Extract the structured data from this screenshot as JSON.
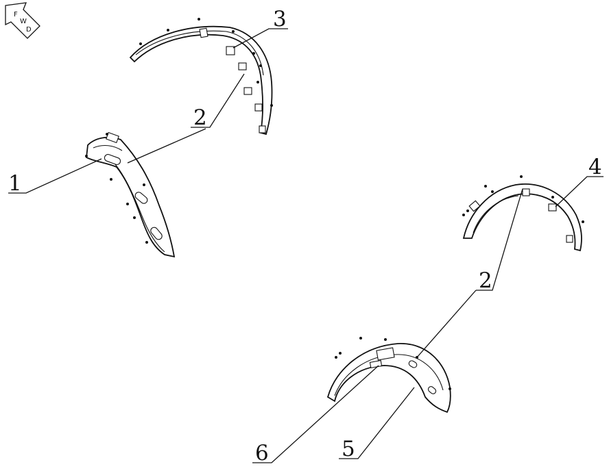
{
  "fwd_indicator": {
    "letters": [
      "F",
      "W",
      "D"
    ]
  },
  "callouts": [
    {
      "id": "label-1",
      "text": "1"
    },
    {
      "id": "label-2-upper",
      "text": "2"
    },
    {
      "id": "label-3",
      "text": "3"
    },
    {
      "id": "label-4",
      "text": "4"
    },
    {
      "id": "label-2-lower",
      "text": "2"
    },
    {
      "id": "label-5",
      "text": "5"
    },
    {
      "id": "label-6",
      "text": "6"
    }
  ],
  "colors": {
    "line": "#111111",
    "background": "#ffffff"
  }
}
